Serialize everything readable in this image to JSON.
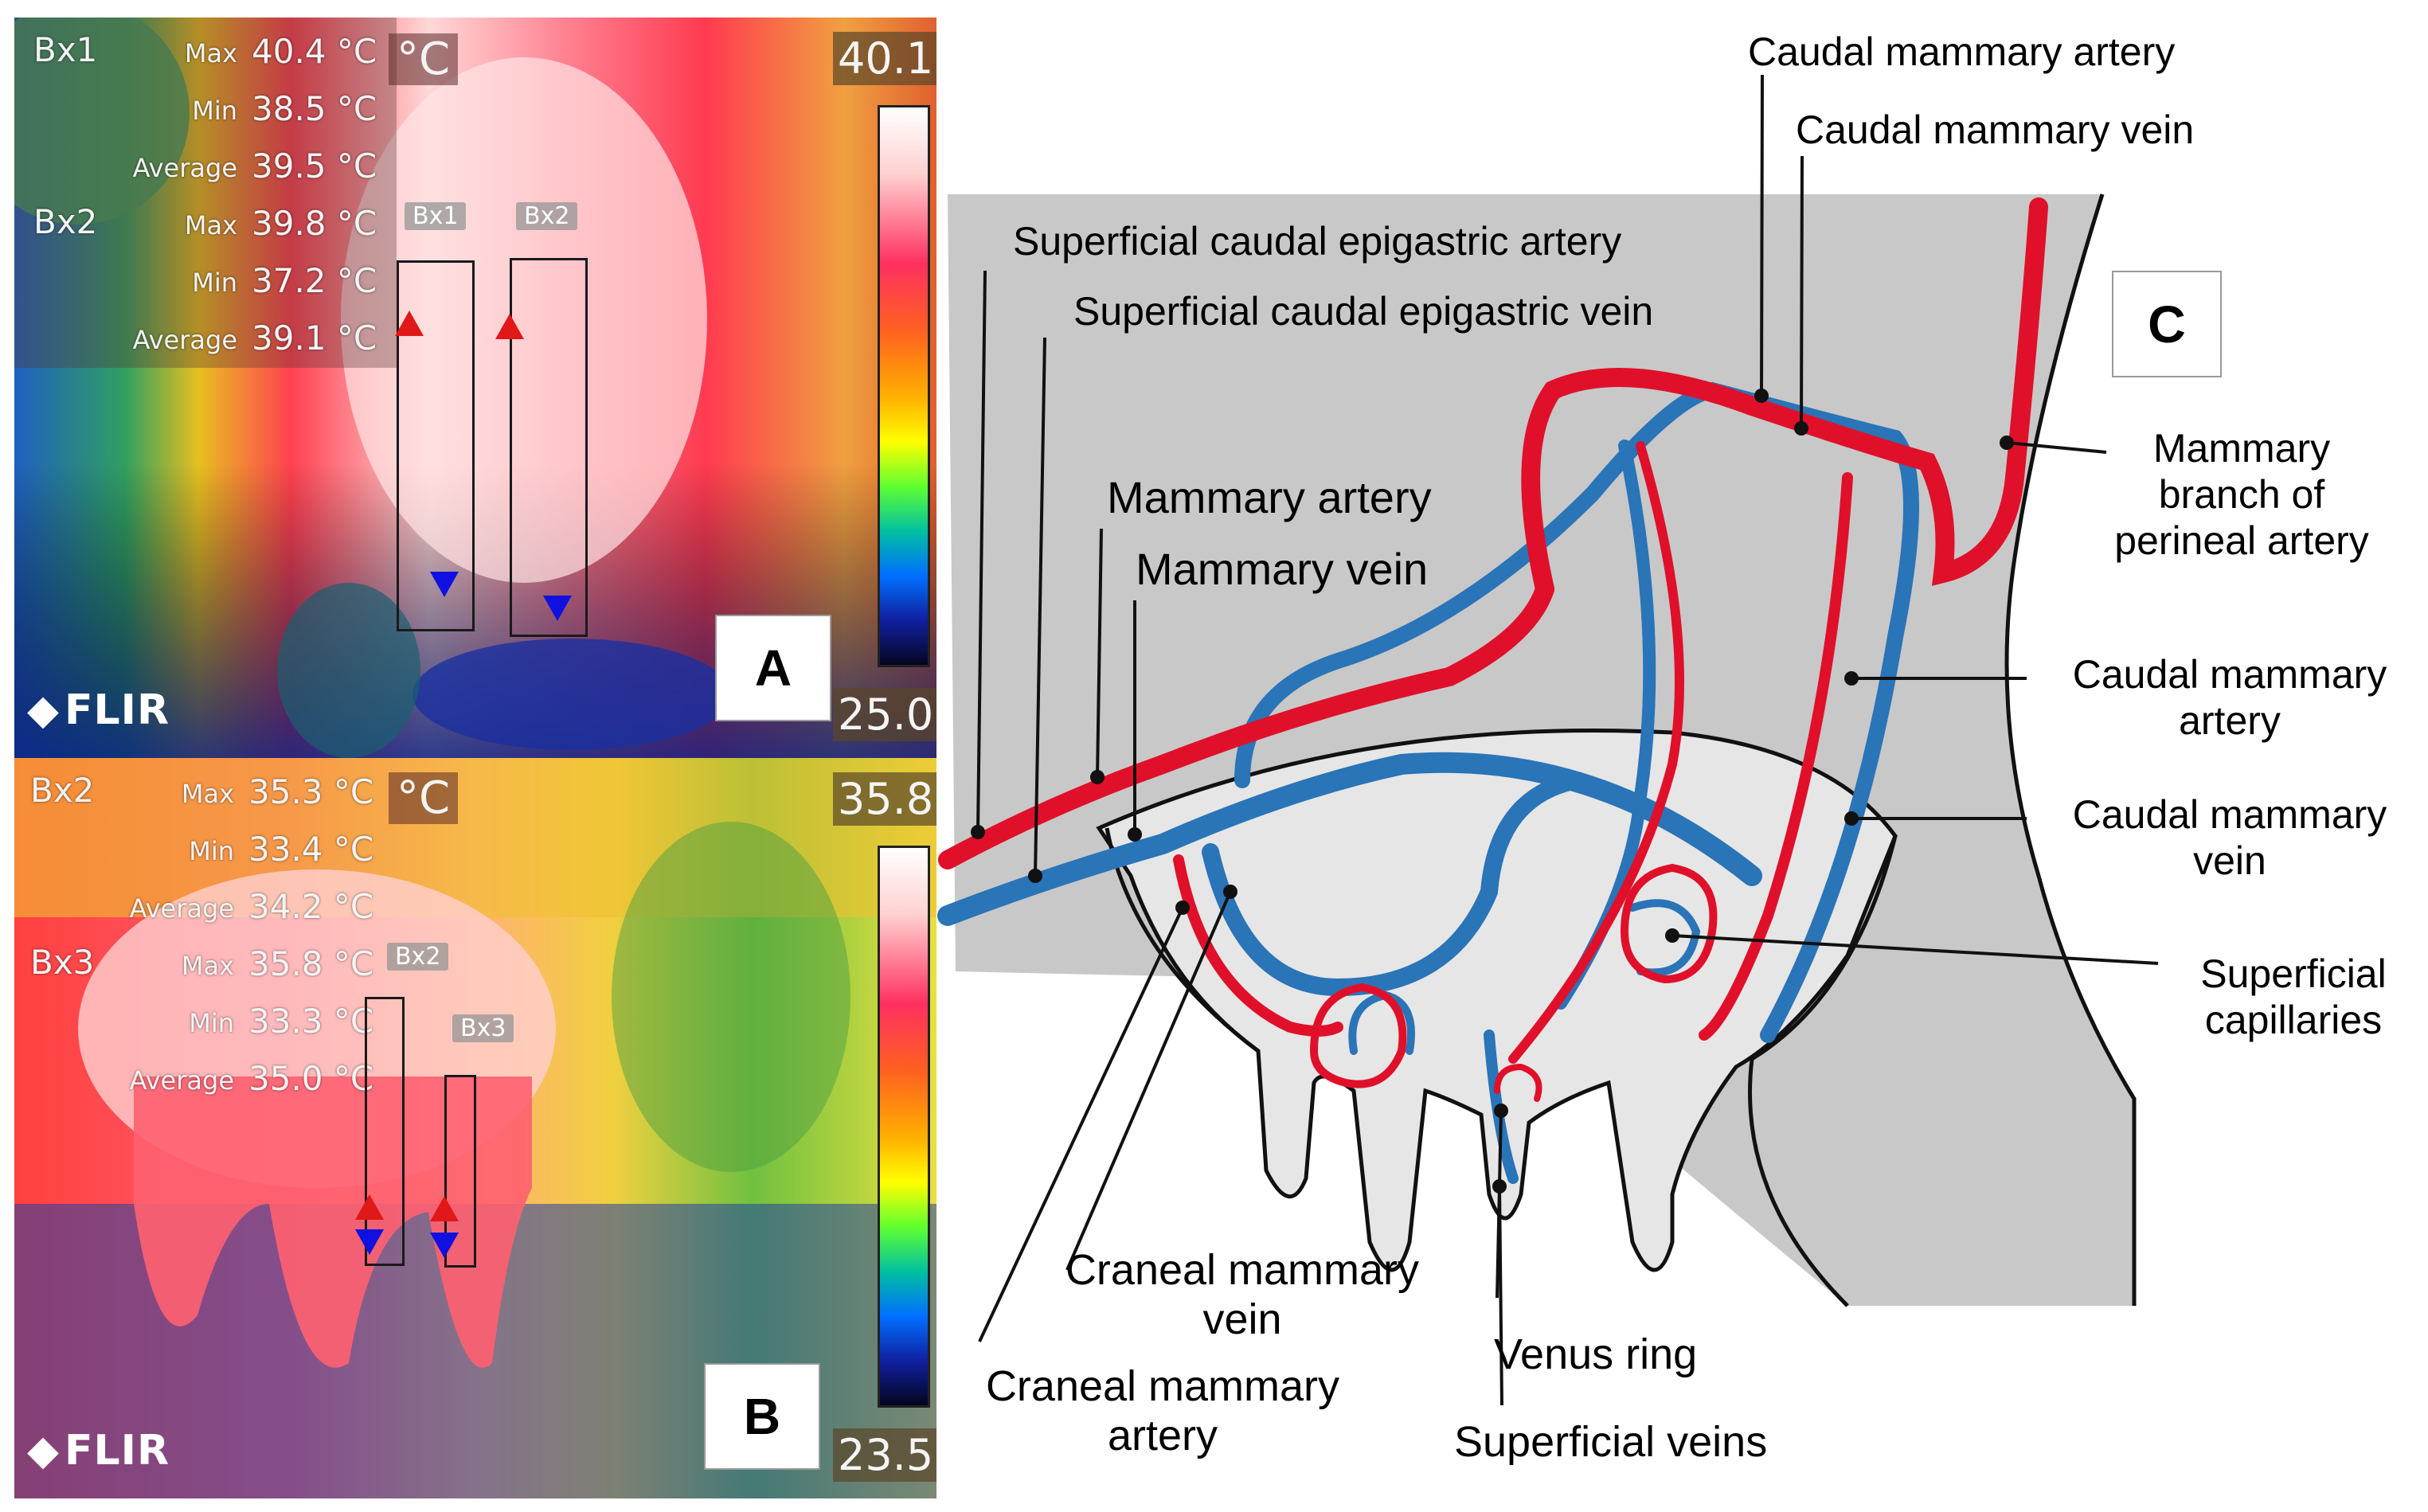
{
  "panel_a": {
    "letter": "A",
    "unit": "°C",
    "scale_max": "40.1",
    "scale_min": "25.0",
    "brand": "FLIR",
    "boxes": [
      {
        "name": "Bx1",
        "rows": [
          {
            "label": "Max",
            "value": "40.4 °C"
          },
          {
            "label": "Min",
            "value": "38.5 °C"
          },
          {
            "label": "Average",
            "value": "39.5 °C"
          }
        ]
      },
      {
        "name": "Bx2",
        "rows": [
          {
            "label": "Max",
            "value": "39.8 °C"
          },
          {
            "label": "Min",
            "value": "37.2 °C"
          },
          {
            "label": "Average",
            "value": "39.1 °C"
          }
        ]
      }
    ],
    "roi_tags": [
      "Bx1",
      "Bx2"
    ]
  },
  "panel_b": {
    "letter": "B",
    "unit": "°C",
    "scale_max": "35.8",
    "scale_min": "23.5",
    "brand": "FLIR",
    "boxes": [
      {
        "name": "Bx2",
        "rows": [
          {
            "label": "Max",
            "value": "35.3 °C"
          },
          {
            "label": "Min",
            "value": "33.4 °C"
          },
          {
            "label": "Average",
            "value": "34.2 °C"
          }
        ]
      },
      {
        "name": "Bx3",
        "rows": [
          {
            "label": "Max",
            "value": "35.8 °C"
          },
          {
            "label": "Min",
            "value": "33.3 °C"
          },
          {
            "label": "Average",
            "value": "35.0 °C"
          }
        ]
      }
    ],
    "roi_tags": [
      "Bx2",
      "Bx3"
    ]
  },
  "panel_c": {
    "letter": "C",
    "labels": {
      "caudal_mammary_artery_top": "Caudal mammary artery",
      "caudal_mammary_vein_top": "Caudal mammary vein",
      "sup_caudal_epigastric_artery": "Superficial caudal epigastric artery",
      "sup_caudal_epigastric_vein": "Superficial caudal epigastric vein",
      "mammary_artery": "Mammary artery",
      "mammary_vein": "Mammary vein",
      "mammary_branch": [
        "Mammary",
        "branch of",
        "perineal artery"
      ],
      "caudal_mammary_artery_side": [
        "Caudal mammary",
        "artery"
      ],
      "caudal_mammary_vein_side": [
        "Caudal mammary",
        "vein"
      ],
      "superficial_capillaries": [
        "Superficial",
        "capillaries"
      ],
      "craneal_mammary_vein": [
        "Craneal mammary",
        "vein"
      ],
      "craneal_mammary_artery": [
        "Craneal mammary",
        "artery"
      ],
      "venus_ring": "Venus ring",
      "superficial_veins": "Superficial veins"
    },
    "colors": {
      "artery": "#e0102a",
      "vein": "#2a74b8",
      "body": "#c8c8c8",
      "udder": "#e6e6e6"
    }
  }
}
